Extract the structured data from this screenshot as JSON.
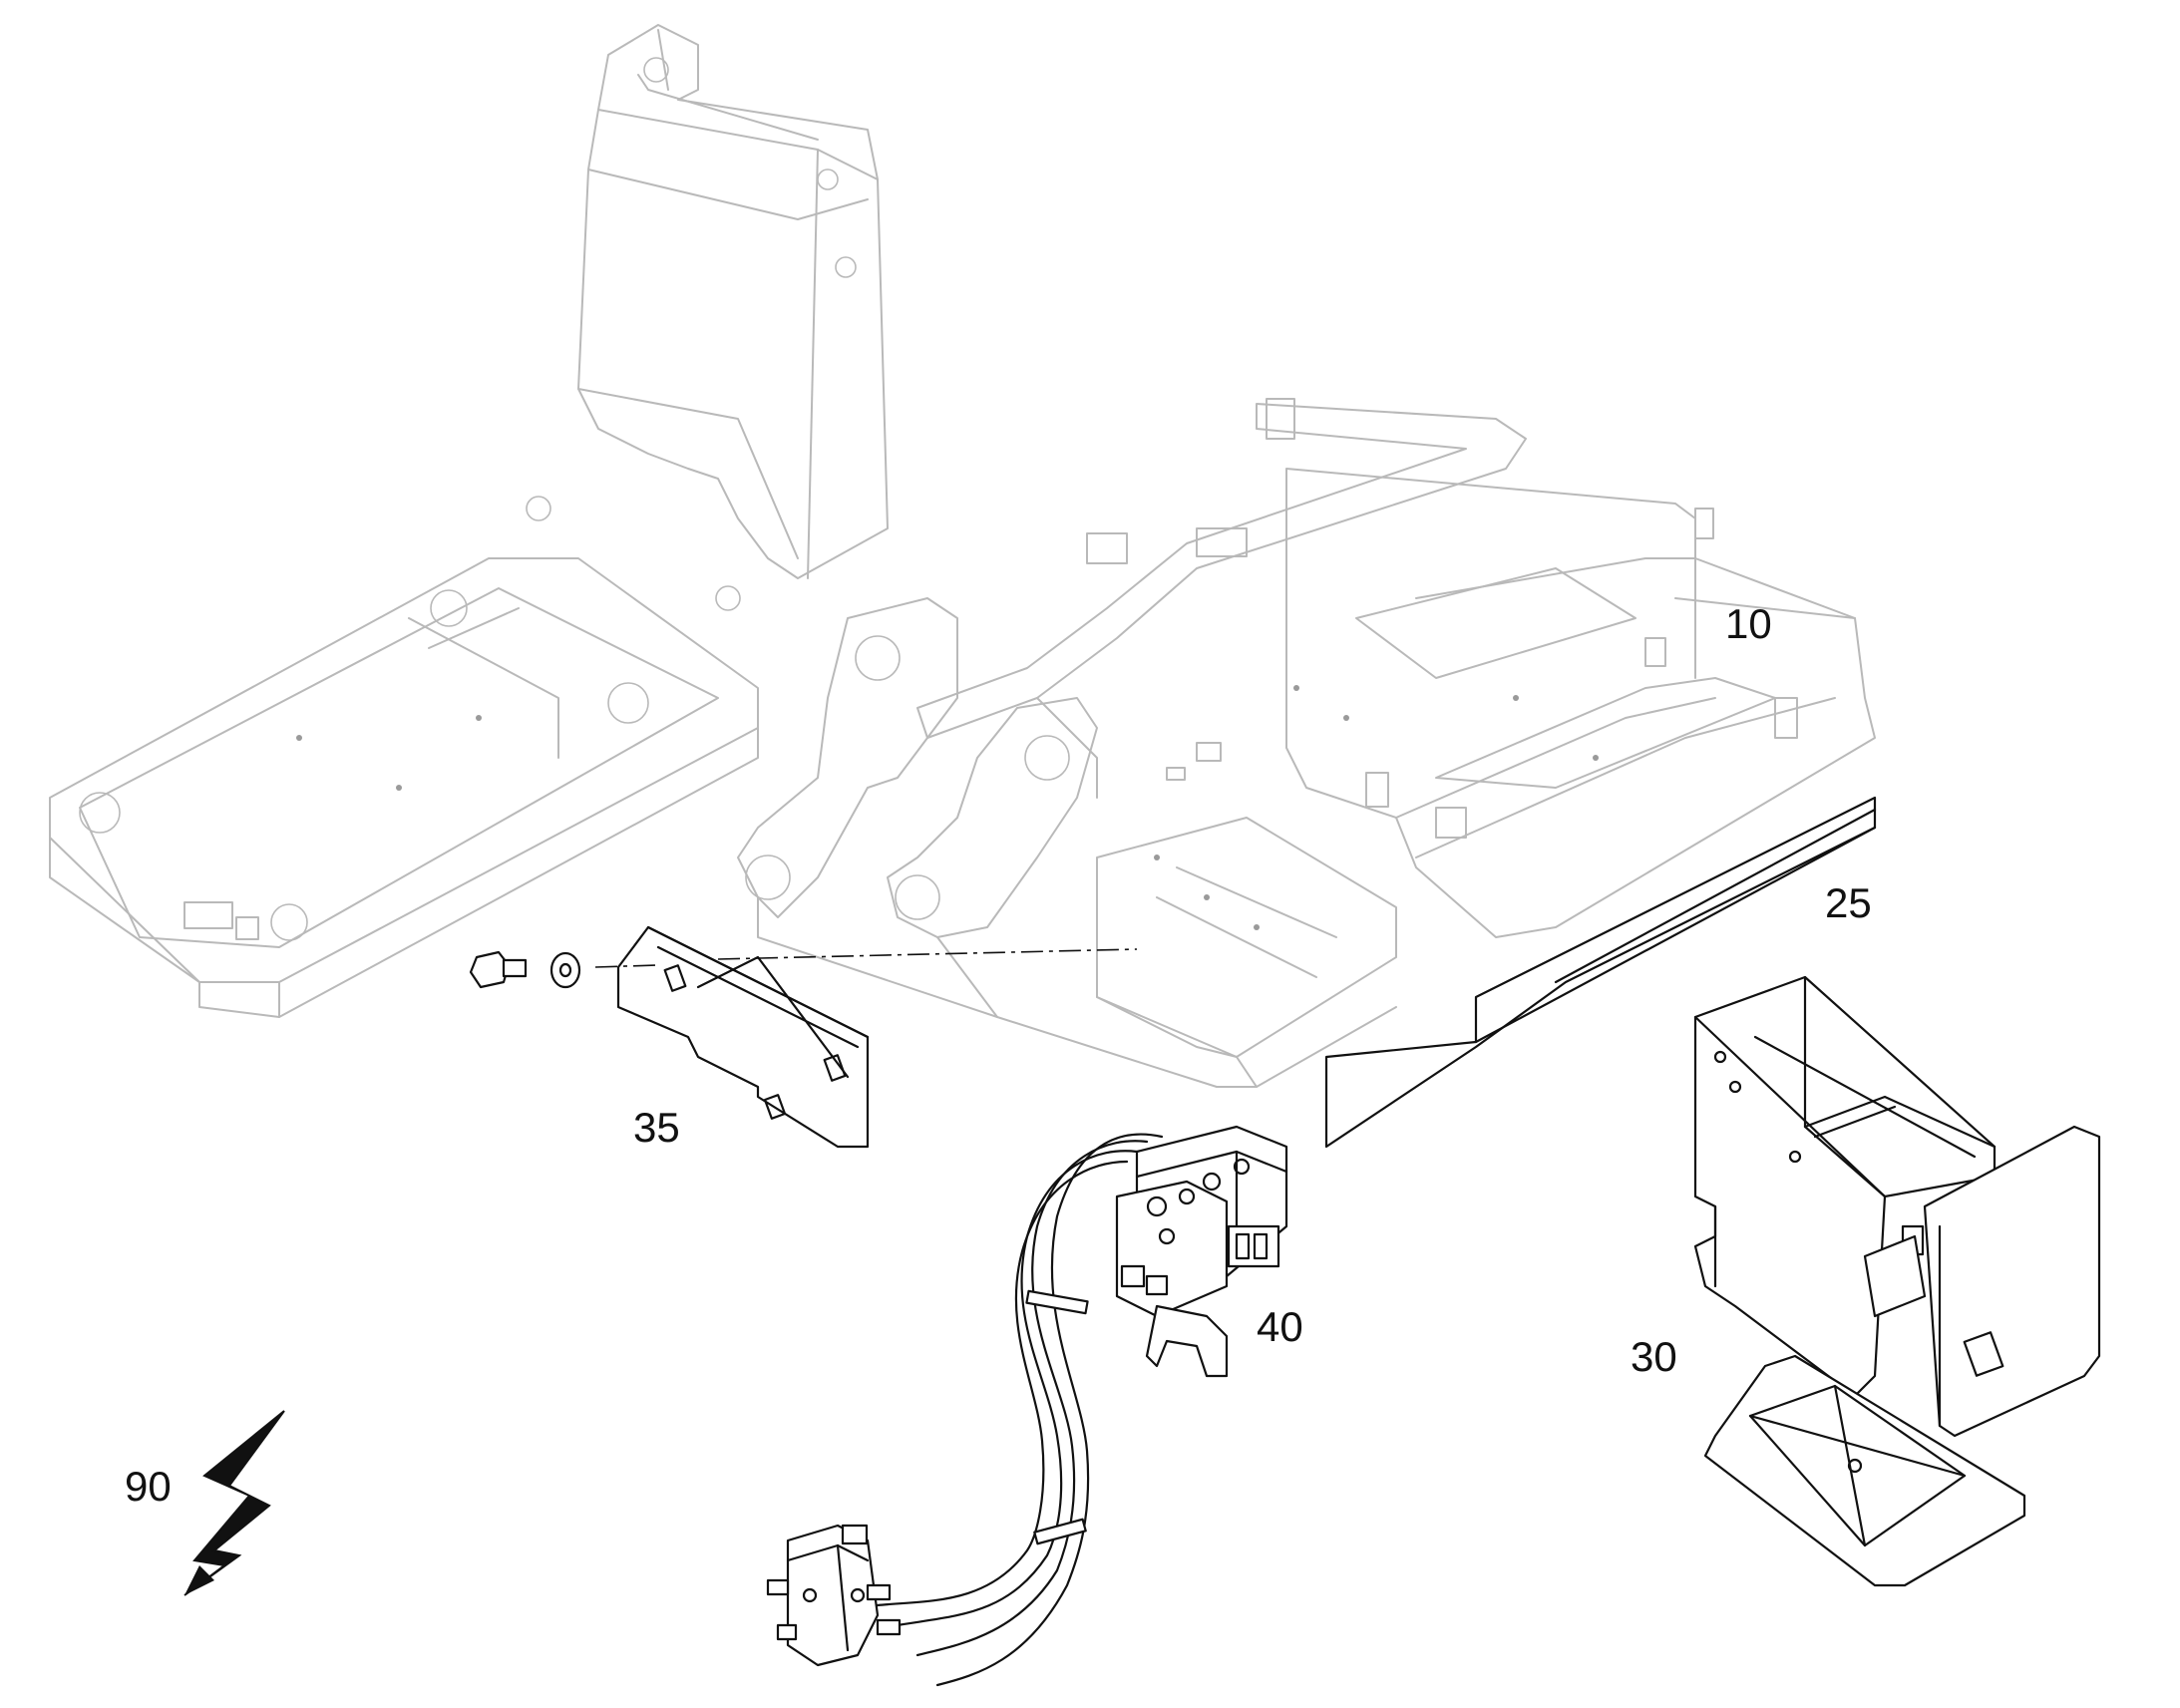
{
  "callouts": {
    "frame_main": "10",
    "side_panel": "25",
    "storage_box": "30",
    "bracket": "35",
    "control_valve": "40",
    "electrical_symbol": "90"
  },
  "icons": {
    "electrical": "lightning-bolt-icon"
  },
  "colors": {
    "line_dark": "#111111",
    "line_faint": "#b9b9b9",
    "background": "#ffffff"
  }
}
